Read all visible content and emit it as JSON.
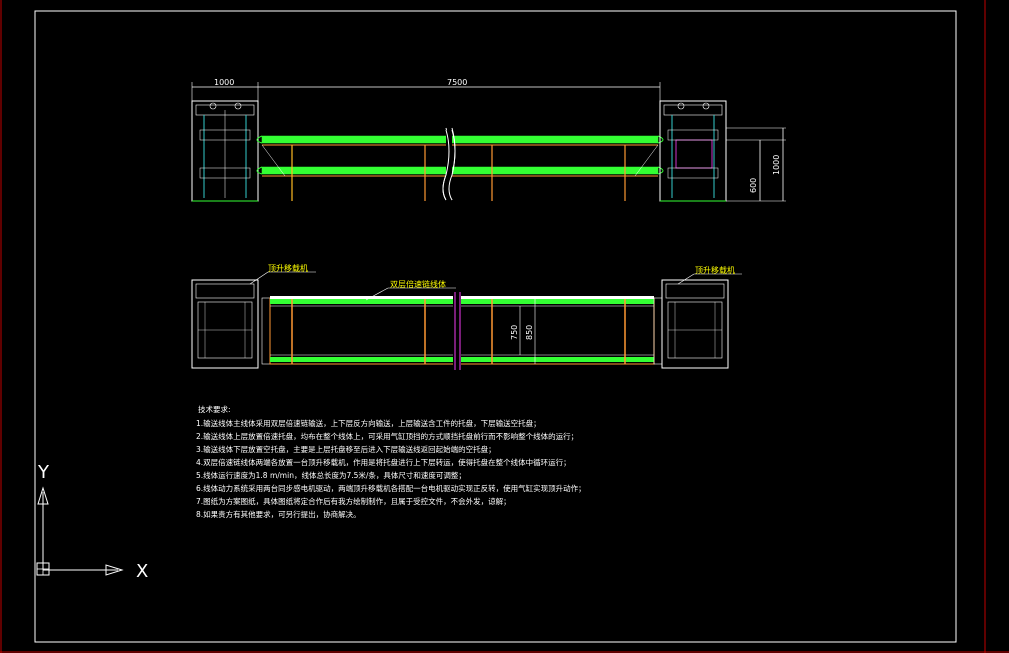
{
  "drawing": {
    "colors": {
      "background": "#000000",
      "frame": "#ffffff",
      "border_red": "#c00000",
      "belt_green": "#33ff33",
      "frame_orange": "#ff9933",
      "cyan": "#33cccc",
      "magenta": "#cc33cc",
      "yellow": "#ffff00",
      "dim": "#ffffff"
    },
    "dimensions": {
      "top_left_width": "1000",
      "top_length": "7500",
      "right_height_total": "1000",
      "right_height_inner": "600",
      "plan_width_inner": "750",
      "plan_width_outer": "850"
    },
    "labels": {
      "left_lift": "顶升移载机",
      "middle_conveyor": "双层倍速链线体",
      "right_lift": "顶升移载机"
    },
    "notes": {
      "title": "技术要求:",
      "lines": [
        "1.输送线体主线体采用双层倍速链输送，上下层反方向输送，上层输送含工件的托盘，下层输送空托盘；",
        "2.输送线体上层放置倍速托盘，均布在整个线体上，可采用气缸顶挡的方式顺挡托盘前行而不影响整个线体的运行；",
        "3.输送线体下层放置空托盘，主要是上层托盘移至后进入下层输送线返回起始端的空托盘；",
        "4.双层倍速链线体两端各放置一台顶升移载机，作用是将托盘进行上下层转运，使得托盘在整个线体中循环运行；",
        "5.线体运行速度为1.8 m/min，线体总长度为7.5米/条，具体尺寸和速度可调整；",
        "6.线体动力系统采用两台同步感电机驱动，两端顶升移载机各搭配一台电机驱动实现正反转，使用气缸实现顶升动作；",
        "7.图纸为方案图纸，具体图纸将定合作后有我方绘制制作，且属于受控文件，不会外发，谅解；",
        "8.如果贵方有其他要求，可另行提出，协商解决。"
      ]
    },
    "ucs": {
      "y_label": "Y",
      "x_label": "X"
    }
  }
}
